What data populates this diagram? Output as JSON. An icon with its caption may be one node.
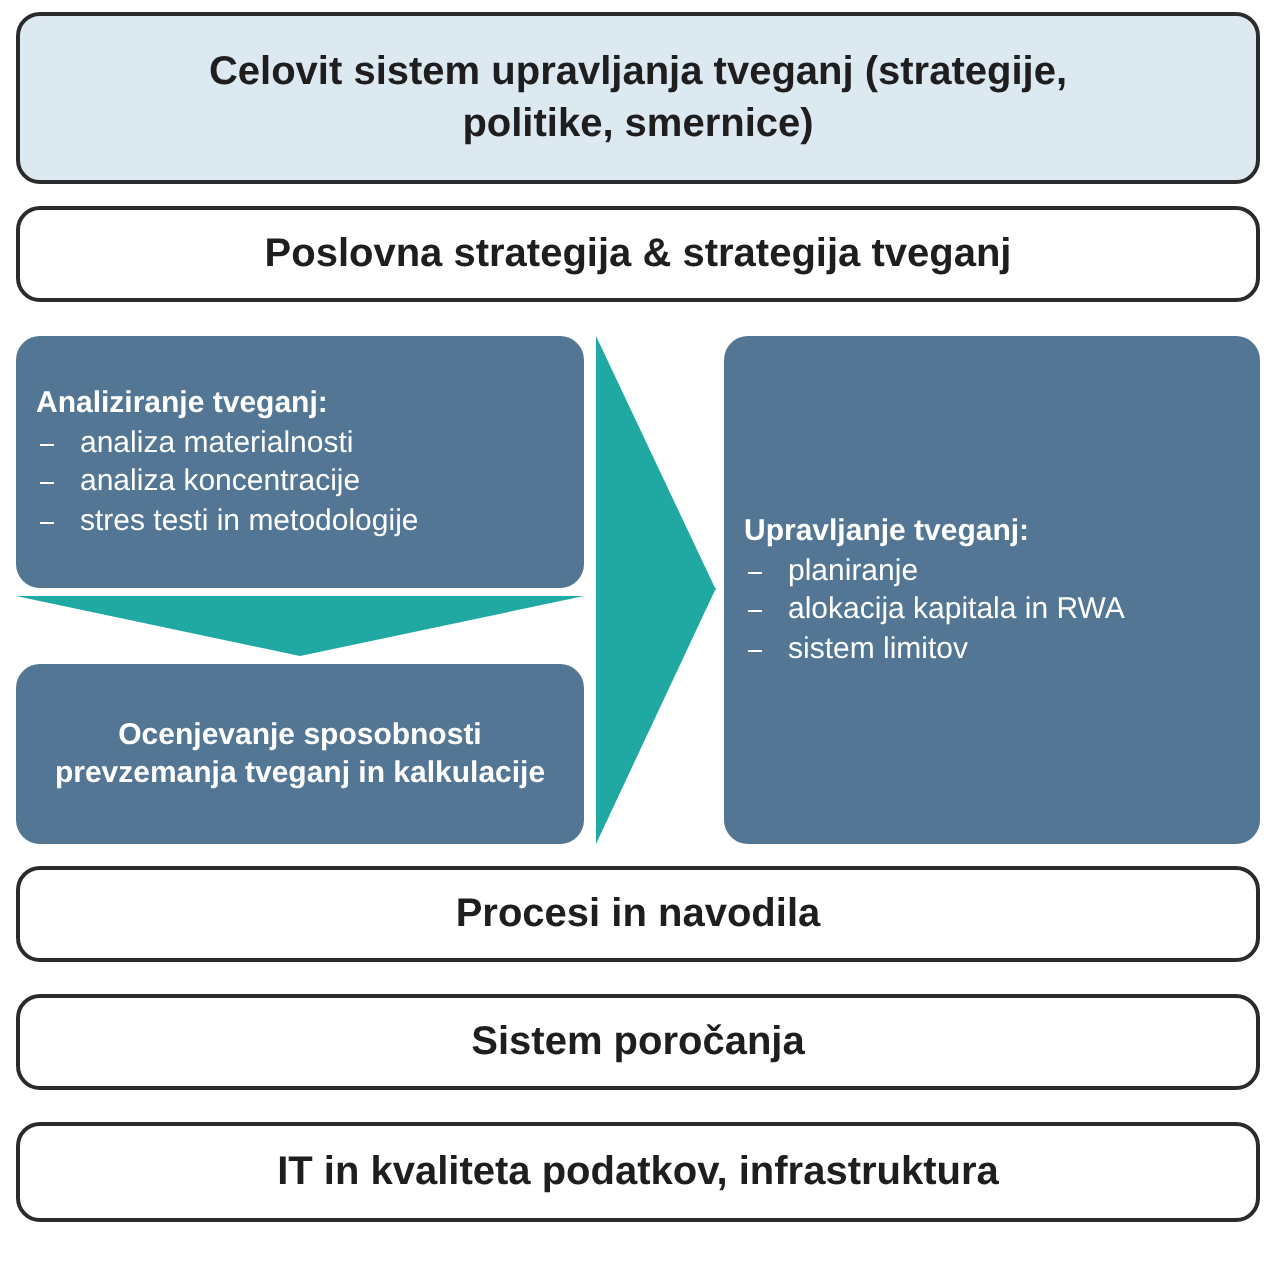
{
  "diagram": {
    "nodes": [
      {
        "text": [
          "Celovit sistem upravljanja tveganj (strategije, politike, smernice)"
        ]
      },
      {
        "text": [
          "Poslovna strategija & strategija tveganj"
        ]
      },
      {
        "text": [
          "Analiziranje tveganj:",
          "analiza materialnosti",
          "analiza koncentracije",
          "stres testi in metodologije"
        ]
      },
      {
        "text": [
          "Ocenjevanje sposobnosti prevzemanja tveganj in kalkulacije"
        ]
      },
      {
        "text": [
          "Upravljanje tveganj:",
          "planiranje",
          "alokacija kapitala in RWA",
          "sistem limitov"
        ]
      },
      {
        "text": [
          "Procesi in navodila"
        ]
      },
      {
        "text": [
          "Sistem poročanja"
        ]
      },
      {
        "text": [
          "IT in kvaliteta podatkov, infrastruktura"
        ]
      }
    ],
    "edges": [
      {
        "from": 2,
        "to": 3,
        "arrow": "to"
      },
      {
        "from": 2,
        "to": 4,
        "arrow": "to"
      },
      {
        "from": 3,
        "to": 4,
        "arrow": "to"
      }
    ]
  }
}
